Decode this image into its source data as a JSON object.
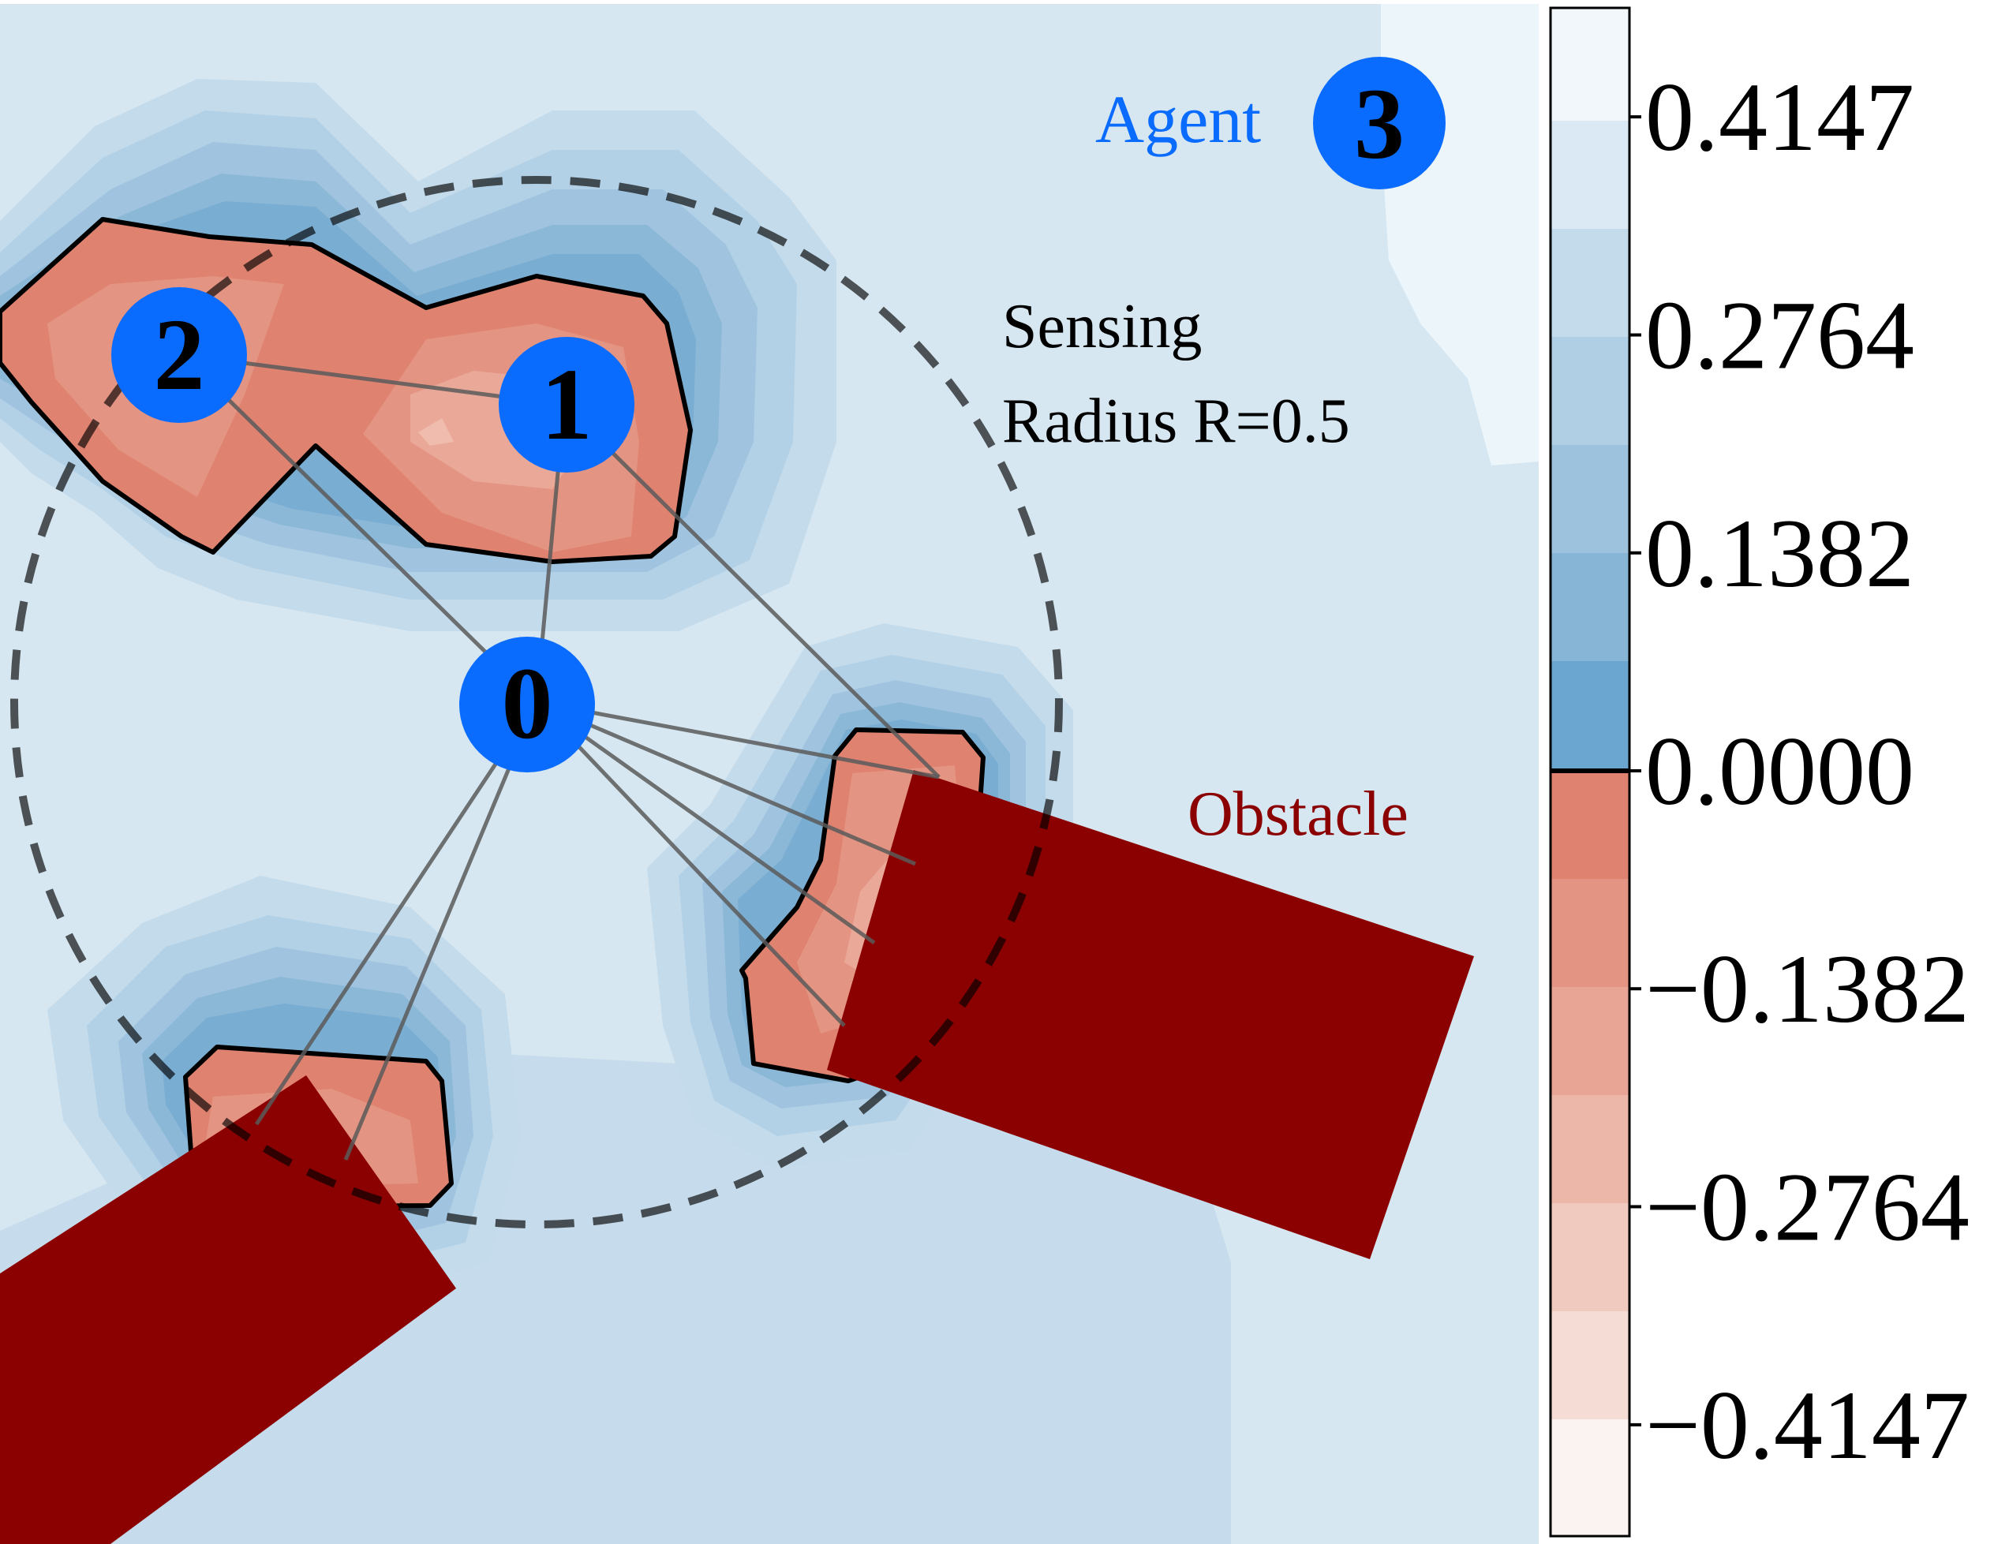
{
  "labels": {
    "agent_text": "Agent",
    "agent_number": "3",
    "sensing_line1": "Sensing",
    "sensing_line2": "Radius R=0.5",
    "obstacle_text": "Obstacle"
  },
  "nodes": [
    {
      "id": "0",
      "label": "0"
    },
    {
      "id": "1",
      "label": "1"
    },
    {
      "id": "2",
      "label": "2"
    }
  ],
  "colorbar": {
    "ticks": [
      "0.4147",
      "0.2764",
      "0.1382",
      "0.0000",
      "−0.1382",
      "−0.2764",
      "−0.4147"
    ],
    "tick_values": [
      0.4147,
      0.2764,
      0.1382,
      0.0,
      -0.1382,
      -0.2764,
      -0.4147
    ],
    "range": [
      -0.4838,
      0.4838
    ],
    "zero_line_color": "#000000"
  },
  "colors": {
    "agent_blue": "#0a6cff",
    "obstacle_red": "#8b0000",
    "safe_low": "#6aa6cf",
    "safe_high": "#f2f8fb",
    "unsafe_high": "#df8270",
    "unsafe_low": "#faf3f1"
  }
}
